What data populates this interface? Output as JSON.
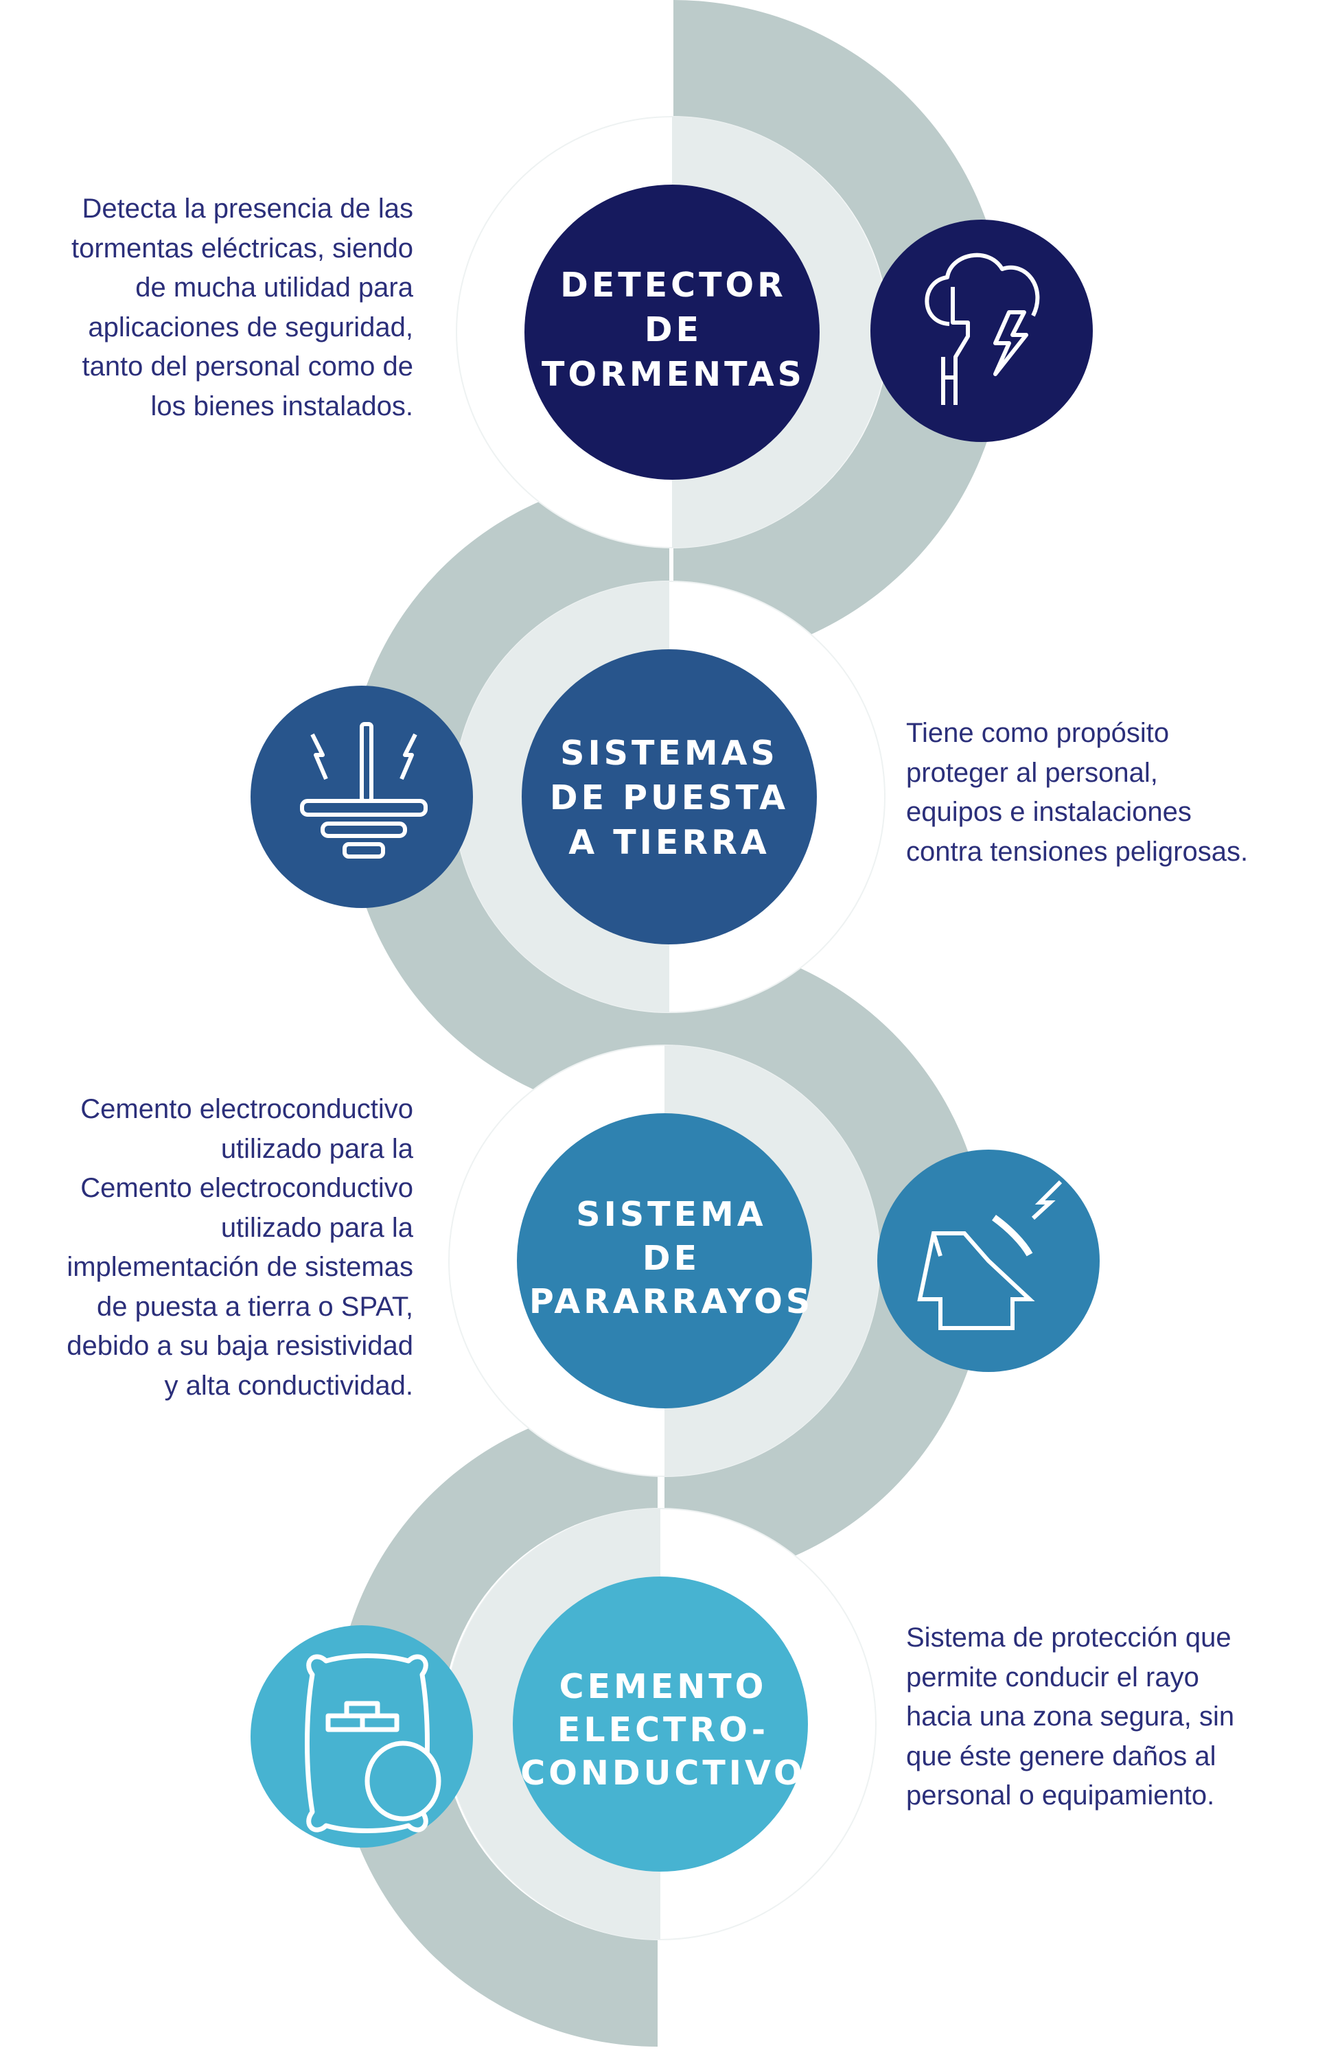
{
  "colors": {
    "band": "#bccbca",
    "ring": "#e6ecec",
    "text": "#2b2f7a",
    "node1": "#161a5e",
    "node2": "#28558c",
    "node3": "#2f82b0",
    "node4": "#47b3d1"
  },
  "nodes": [
    {
      "title": [
        "DETECTOR",
        "DE",
        "TORMENTAS"
      ],
      "icon": "storm-cloud-lightning-icon",
      "description": [
        "Detecta la  presencia de las",
        "tormentas eléctricas, siendo",
        "de mucha utilidad  para",
        "aplicaciones  de seguridad,",
        "tanto del personal  como de",
        "los  bienes instalados."
      ]
    },
    {
      "title": [
        "SISTEMAS",
        "DE PUESTA",
        "A TIERRA"
      ],
      "icon": "grounding-lightning-icon",
      "description": [
        "Tiene como  propósito",
        "proteger al personal,",
        "equipos e  instalaciones",
        "contra  tensiones  peligrosas."
      ]
    },
    {
      "title": [
        "SISTEMA",
        "DE",
        "PARARRAYOS"
      ],
      "icon": "house-lightning-rod-icon",
      "description": [
        "Cemento  electroconductivo",
        "utilizado para la",
        "Cemento  electroconductivo",
        "utilizado para la",
        "implementación  de sistemas",
        "de  puesta a tierra o  SPAT,",
        "debido a su  baja resistividad",
        "y  alta  conductividad."
      ]
    },
    {
      "title": [
        "CEMENTO",
        "ELECTRO-",
        "CONDUCTIVO"
      ],
      "icon": "cement-bag-icon",
      "description": [
        "Sistema de  protección que",
        "permite conducir el rayo",
        "hacia una zona  segura, sin",
        "que  éste genere  daños al",
        "personal o  equipamiento."
      ]
    }
  ]
}
